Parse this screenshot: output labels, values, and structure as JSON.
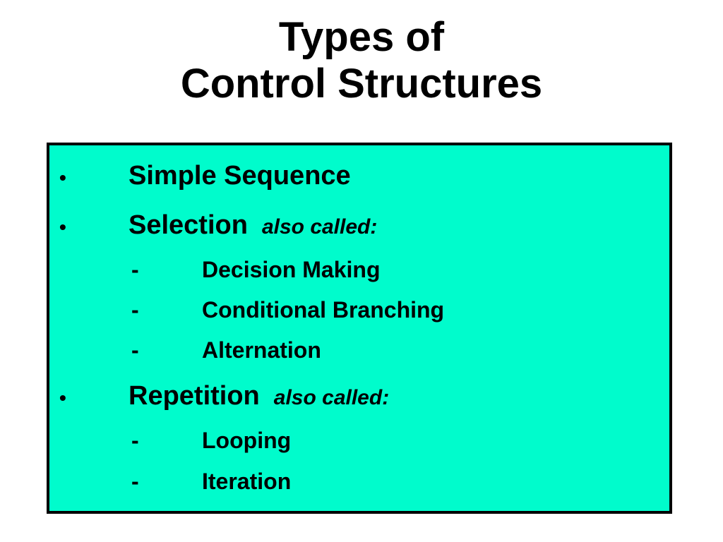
{
  "title": {
    "line1": "Types of",
    "line2": "Control Structures"
  },
  "box": {
    "background": "#00fccc",
    "items": [
      {
        "marker": "•",
        "text": "Simple Sequence",
        "note": ""
      },
      {
        "marker": "•",
        "text": "Selection",
        "note": "also called:"
      },
      {
        "marker": "-",
        "text": "Decision Making"
      },
      {
        "marker": "-",
        "text": "Conditional Branching"
      },
      {
        "marker": "-",
        "text": "Alternation"
      },
      {
        "marker": "•",
        "text": "Repetition",
        "note": "also called:"
      },
      {
        "marker": "-",
        "text": "Looping"
      },
      {
        "marker": "-",
        "text": "Iteration"
      }
    ]
  }
}
